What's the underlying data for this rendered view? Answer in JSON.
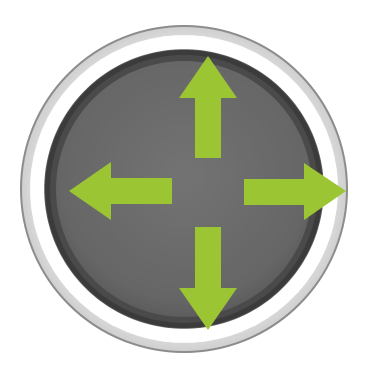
{
  "control": {
    "type": "directional-pad",
    "directions": [
      "up",
      "right",
      "down",
      "left"
    ]
  },
  "colors": {
    "background": "#ffffff",
    "outer_ring": "#dcdcdc",
    "outer_ring_edge": "#8c8c8c",
    "ring_slats": "#ffffff",
    "slat_gap": "#5a5a5a",
    "inner_rim": "#3f3f3f",
    "pad_face": "#6b6b6b",
    "pad_face_dark": "#505050",
    "arrow_fill": "#9cc534",
    "arrow_fill_light": "#a9d13c"
  },
  "icons": {
    "up": "arrow-up-icon",
    "right": "arrow-right-icon",
    "down": "arrow-down-icon",
    "left": "arrow-left-icon"
  }
}
